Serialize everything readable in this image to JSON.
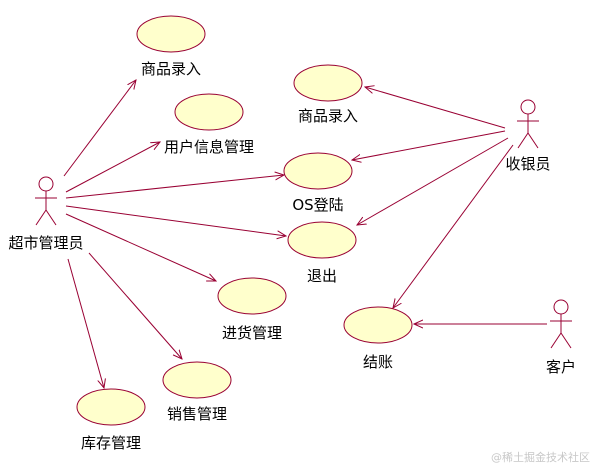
{
  "colors": {
    "usecase_fill": "#ffffcc",
    "usecase_stroke": "#990033",
    "actor_stroke": "#990033",
    "association": "#990033",
    "text": "#000000"
  },
  "actors": {
    "admin": "超市管理员",
    "cashier": "收银员",
    "customer": "客户"
  },
  "use_cases": {
    "admin_product_entry": "商品录入",
    "user_info_mgmt": "用户信息管理",
    "os_login": "OS登陆",
    "logout": "退出",
    "purchase_mgmt": "进货管理",
    "sales_mgmt": "销售管理",
    "inventory_mgmt": "库存管理",
    "cashier_product_entry": "商品录入",
    "checkout": "结账"
  },
  "watermark": "@稀土掘金技术社区"
}
